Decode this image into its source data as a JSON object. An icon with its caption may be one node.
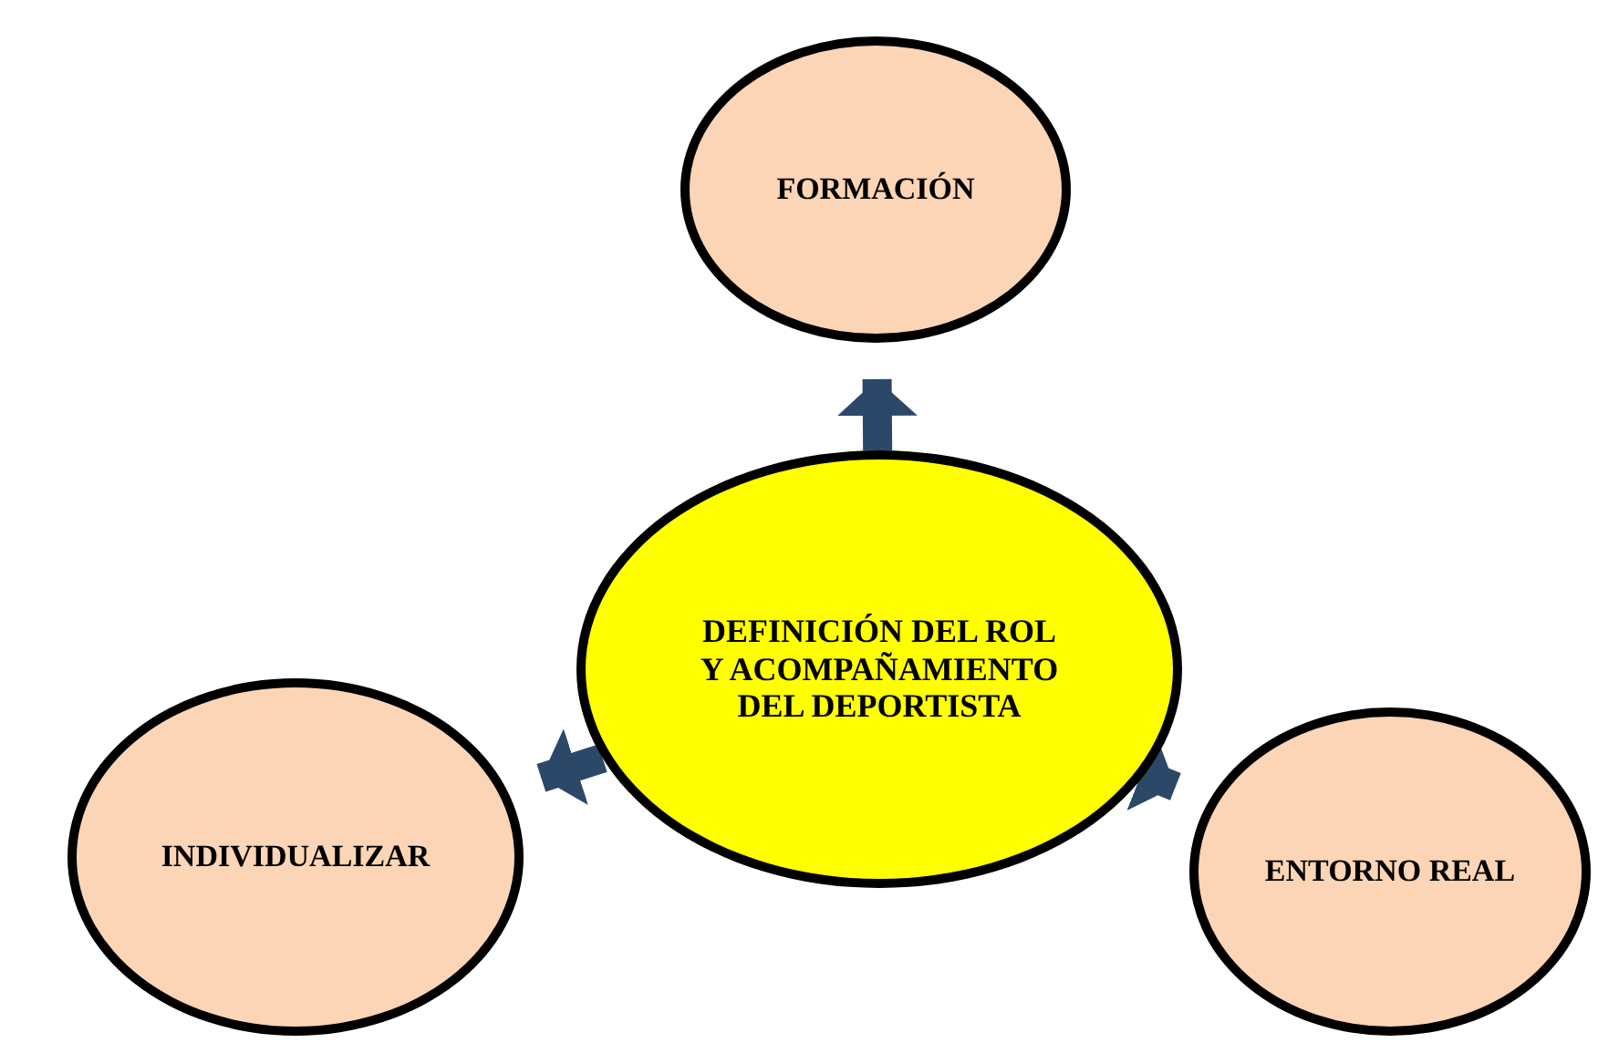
{
  "diagram": {
    "nodes": [
      {
        "text": [
          "FORMACIÓN"
        ]
      },
      {
        "text": [
          "DEFINICIÓN DEL ROL Y ACOMPAÑAMIENTO DEL DEPORTISTA"
        ]
      },
      {
        "text": [
          "INDIVIDUALIZAR"
        ]
      },
      {
        "text": [
          "ENTORNO REAL"
        ]
      }
    ],
    "edges": [
      {
        "from": 1,
        "to": 0,
        "arrow": "to"
      },
      {
        "from": 1,
        "to": 2,
        "arrow": "to"
      },
      {
        "from": 1,
        "to": 3,
        "arrow": "to"
      }
    ]
  }
}
